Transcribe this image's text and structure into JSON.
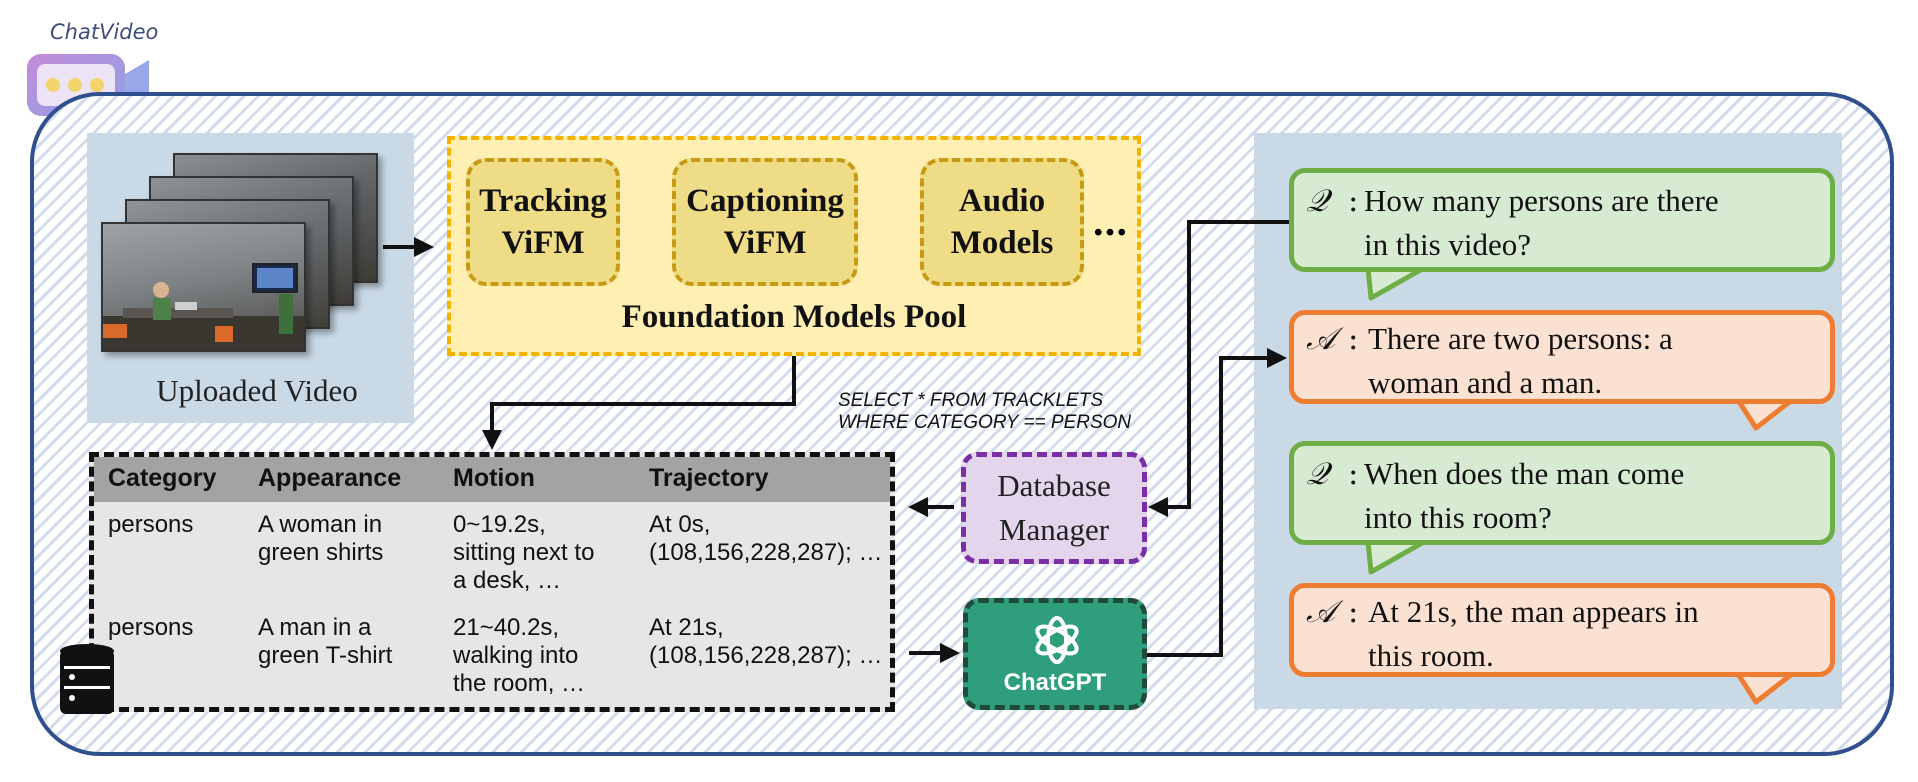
{
  "app": {
    "logo_text": "ChatVideo"
  },
  "video": {
    "label": "Uploaded Video"
  },
  "pool": {
    "label": "Foundation Models Pool",
    "models": [
      "Tracking\nViFM",
      "Captioning\nViFM",
      "Audio\nModels"
    ],
    "ellipsis": "…"
  },
  "table": {
    "headers": [
      "Category",
      "Appearance",
      "Motion",
      "Trajectory"
    ],
    "rows": [
      [
        "persons",
        "A woman in\ngreen shirts",
        "0~19.2s,\nsitting next to\na desk, …",
        "At 0s,\n(108,156,228,287); …"
      ],
      [
        "persons",
        "A man in a\ngreen T-shirt",
        "21~40.2s,\nwalking into\nthe room, …",
        "At 21s,\n(108,156,228,287); …"
      ]
    ]
  },
  "database": {
    "label": "Database\nManager",
    "query": "SELECT * FROM TRACKLETS\nWHERE CATEGORY == PERSON"
  },
  "chatgpt": {
    "label": "ChatGPT"
  },
  "qa": [
    {
      "prefix": "𝒬",
      "sep": ":",
      "text": "How many persons are there\nin this video?"
    },
    {
      "prefix": "𝒜",
      "sep": ":",
      "text": "There are two persons: a\nwoman and a man."
    },
    {
      "prefix": "𝒬",
      "sep": ":",
      "text": "When does the man come\ninto this room?"
    },
    {
      "prefix": "𝒜",
      "sep": ":",
      "text": "At 21s, the man appears in\nthis room."
    }
  ],
  "colors": {
    "frame_border": "#2f4f8f",
    "pool_border": "#f0b400",
    "db_border": "#7b2fa6",
    "gpt_fill": "#2f9e7c",
    "q_border": "#6fae46",
    "a_border": "#ee7d32"
  }
}
